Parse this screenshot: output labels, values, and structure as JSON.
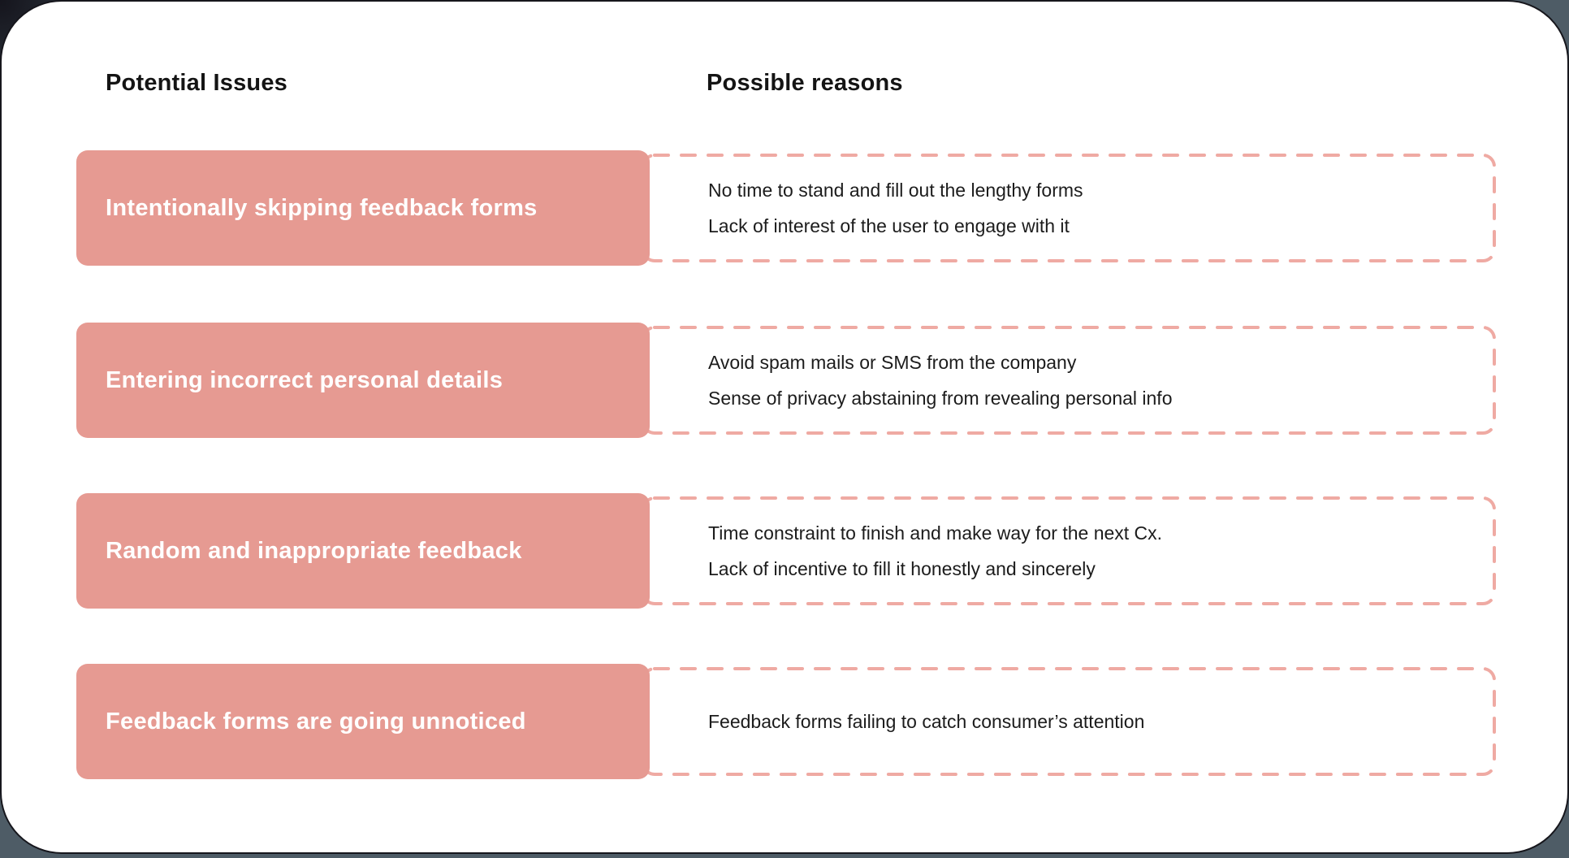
{
  "header": {
    "issues_col": "Potential Issues",
    "reasons_col": "Possible reasons"
  },
  "colors": {
    "issue_box": "#e69a92",
    "dashed_border": "#efaaa3",
    "card_bg": "#ffffff",
    "page_bg": "#4e5c66",
    "issue_text": "#ffffff",
    "reason_text": "#1c1c1c"
  },
  "rows": [
    {
      "issue": "Intentionally skipping feedback forms",
      "reasons": [
        "No time to stand and fill out the lengthy forms",
        "Lack of interest of the user to engage with it"
      ]
    },
    {
      "issue": "Entering incorrect personal details",
      "reasons": [
        "Avoid spam mails or SMS from the company",
        "Sense of privacy abstaining from revealing personal info"
      ]
    },
    {
      "issue": "Random and inappropriate feedback",
      "reasons": [
        "Time constraint to finish and make way for the next Cx.",
        "Lack of incentive to fill it honestly and sincerely"
      ]
    },
    {
      "issue": "Feedback forms are going unnoticed",
      "reasons": [
        "Feedback forms failing to catch consumer’s attention"
      ]
    }
  ]
}
